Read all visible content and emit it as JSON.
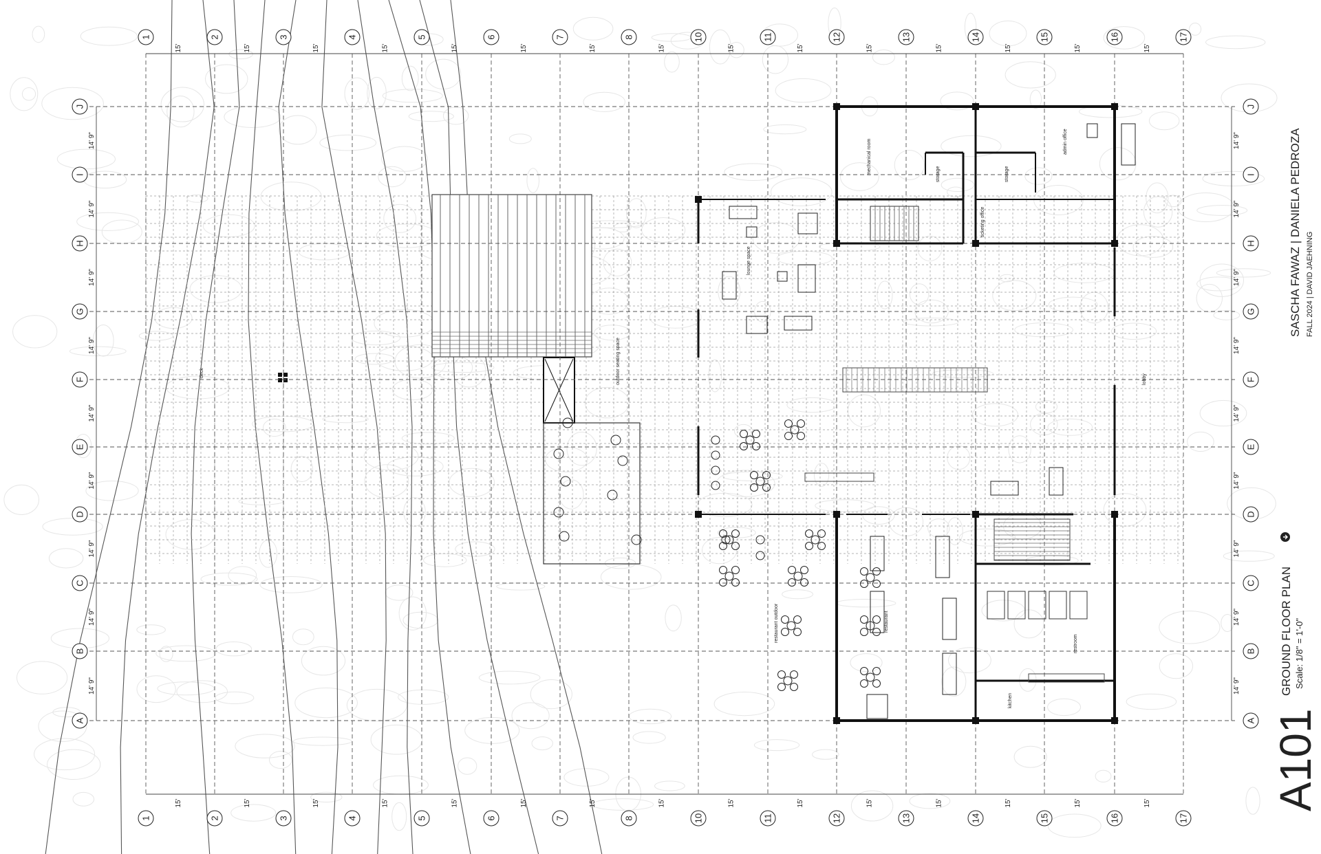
{
  "columns": [
    "1",
    "2",
    "3",
    "4",
    "5",
    "6",
    "7",
    "8",
    "10",
    "11",
    "12",
    "13",
    "14",
    "15",
    "16",
    "17"
  ],
  "rows": [
    "A",
    "B",
    "C",
    "D",
    "E",
    "F",
    "G",
    "H",
    "I",
    "J"
  ],
  "column_spacing": "15'",
  "row_spacing": "14' 9\"",
  "title_block": {
    "sheet_number": "A101",
    "plan_title": "GROUND FLOOR PLAN",
    "scale": "Scale: 1/8\" = 1'-0\"",
    "authors": "SASCHA FAWAZ | DANIELA PEDROZA",
    "course": "FALL 2024 | DAVID JAEHNING"
  },
  "room_labels": {
    "outdoor_seating": "outdoor seating space",
    "deck": "deck",
    "lounge": "lounge space",
    "restaurant_outdoor": "restaurant outdoor",
    "restaurant": "restaurant",
    "mechanical": "mechanical room",
    "storage": "storage",
    "ticketing": "ticketing office",
    "admin": "admin office",
    "lobby": "lobby",
    "restroom": "restroom",
    "kitchen": "kitchen"
  }
}
